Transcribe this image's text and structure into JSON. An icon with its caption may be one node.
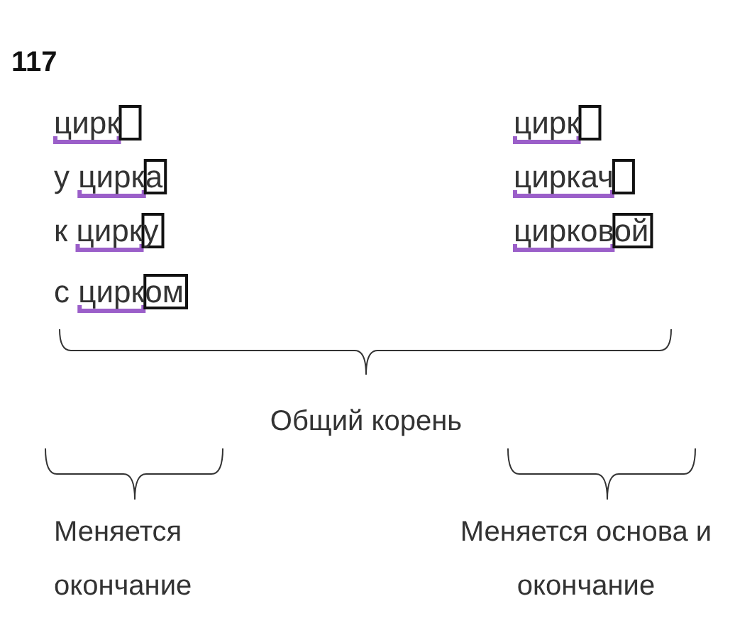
{
  "diagram": {
    "labels": [
      "117",
      "цирк",
      "у цирка",
      "к цирку",
      "с цирком",
      "цирк",
      "циркач",
      "цирковой",
      "Общий корень",
      "Меняется окончание",
      "Меняется основа и окончание"
    ]
  }
}
